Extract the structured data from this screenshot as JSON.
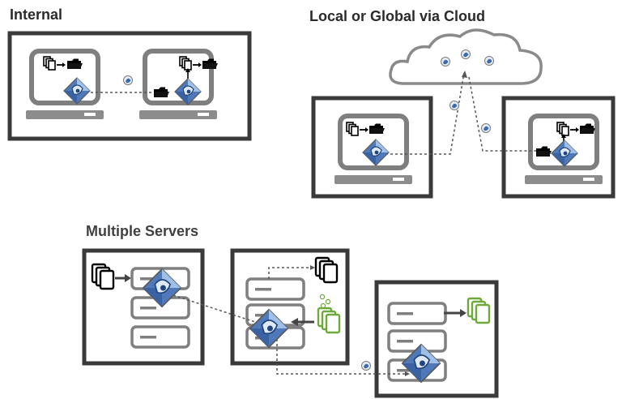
{
  "sections": {
    "internal": {
      "label": "Internal"
    },
    "cloud": {
      "label": "Local or Global via Cloud"
    },
    "servers": {
      "label": "Multiple Servers"
    }
  },
  "colors": {
    "frame": "#3a3a3a",
    "device_gray": "#7f7f7f",
    "device_light": "#a6a6a6",
    "logo_blue": "#2e5ea8",
    "logo_light": "#bcd3ee",
    "file_green": "#6fa83b",
    "dashed_line": "#555555"
  },
  "icons": {
    "monitor": "monitor-icon",
    "file_stack": "document-stack-icon",
    "folder": "folder-icon",
    "sync_logo": "sync-diamond-logo-icon",
    "cloud": "cloud-icon",
    "server": "server-icon",
    "packet": "data-packet-icon"
  }
}
